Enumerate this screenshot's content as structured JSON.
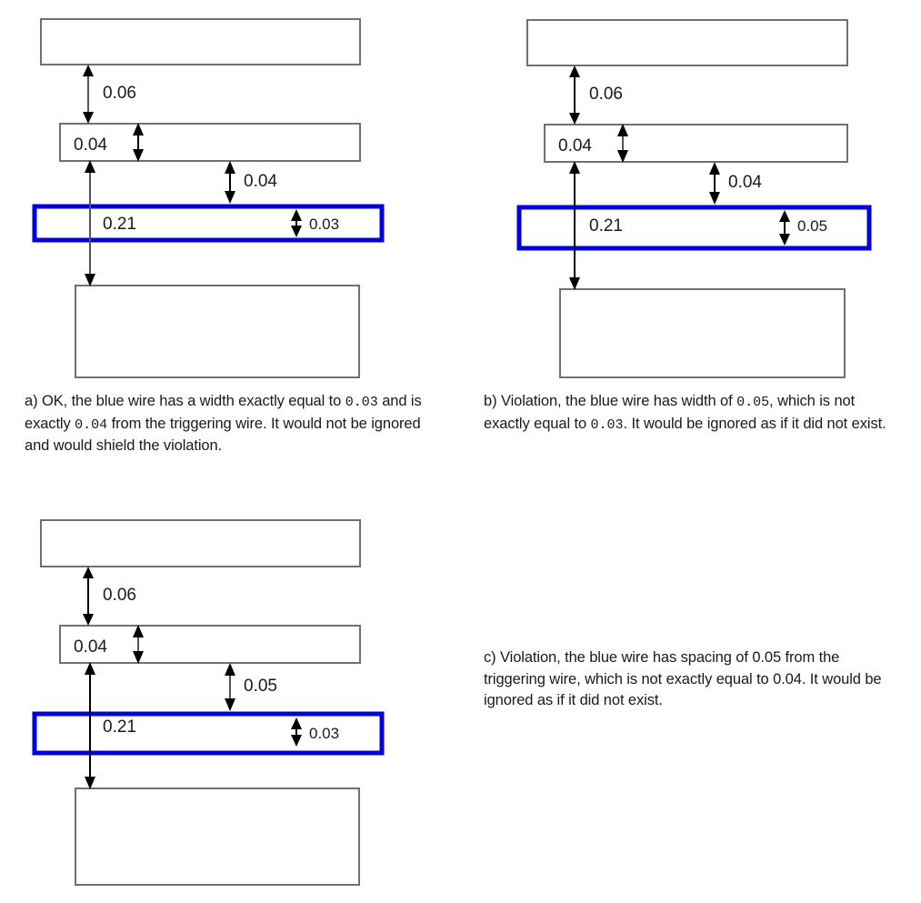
{
  "figure": {
    "type": "technical-illustration",
    "subject": "wire width and spacing shielding rules",
    "panels": [
      {
        "id": "a",
        "verdict": "OK",
        "blue_wire_width": "0.03",
        "spacing_to_triggering_wire": "0.04",
        "diagram": {
          "labels": {
            "top_gap": "0.06",
            "mid_thickness": "0.04",
            "mid_to_blue_gap": "0.04",
            "span": "0.21",
            "blue_thickness": "0.03"
          }
        },
        "caption_parts": [
          {
            "t": "a) OK, the blue wire has a width exactly equal to ",
            "mono": false
          },
          {
            "t": "0.03",
            "mono": true
          },
          {
            "t": " and is exactly ",
            "mono": false
          },
          {
            "t": "0.04",
            "mono": true
          },
          {
            "t": " from the triggering wire. It would not be ignored and would shield the violation.",
            "mono": false
          }
        ]
      },
      {
        "id": "b",
        "verdict": "Violation",
        "blue_wire_width": "0.05",
        "spacing_to_triggering_wire": "0.04",
        "diagram": {
          "labels": {
            "top_gap": "0.06",
            "mid_thickness": "0.04",
            "mid_to_blue_gap": "0.04",
            "span": "0.21",
            "blue_thickness": "0.05"
          }
        },
        "caption_parts": [
          {
            "t": "b) Violation, the blue wire has width of ",
            "mono": false
          },
          {
            "t": "0.05",
            "mono": true
          },
          {
            "t": ", which is not exactly equal to ",
            "mono": false
          },
          {
            "t": "0.03",
            "mono": true
          },
          {
            "t": ". It would be ignored as if it did not exist.",
            "mono": false
          }
        ]
      },
      {
        "id": "c",
        "verdict": "Violation",
        "blue_wire_width": "0.03",
        "spacing_to_triggering_wire": "0.05",
        "diagram": {
          "labels": {
            "top_gap": "0.06",
            "mid_thickness": "0.04",
            "mid_to_blue_gap": "0.05",
            "span": "0.21",
            "blue_thickness": "0.03"
          }
        },
        "caption_parts": [
          {
            "t": "c) Violation, the blue wire has spacing of 0.05 from the triggering wire, which is not exactly equal to 0.04. It would be ignored as if it did not exist.",
            "mono": false
          }
        ]
      }
    ],
    "colors": {
      "blue_wire": "#0000dd",
      "rect_stroke": "#808080",
      "rect_stroke_dark": "#000000",
      "arrow": "#000000",
      "text": "#1a1a1a",
      "background": "#ffffff"
    }
  }
}
